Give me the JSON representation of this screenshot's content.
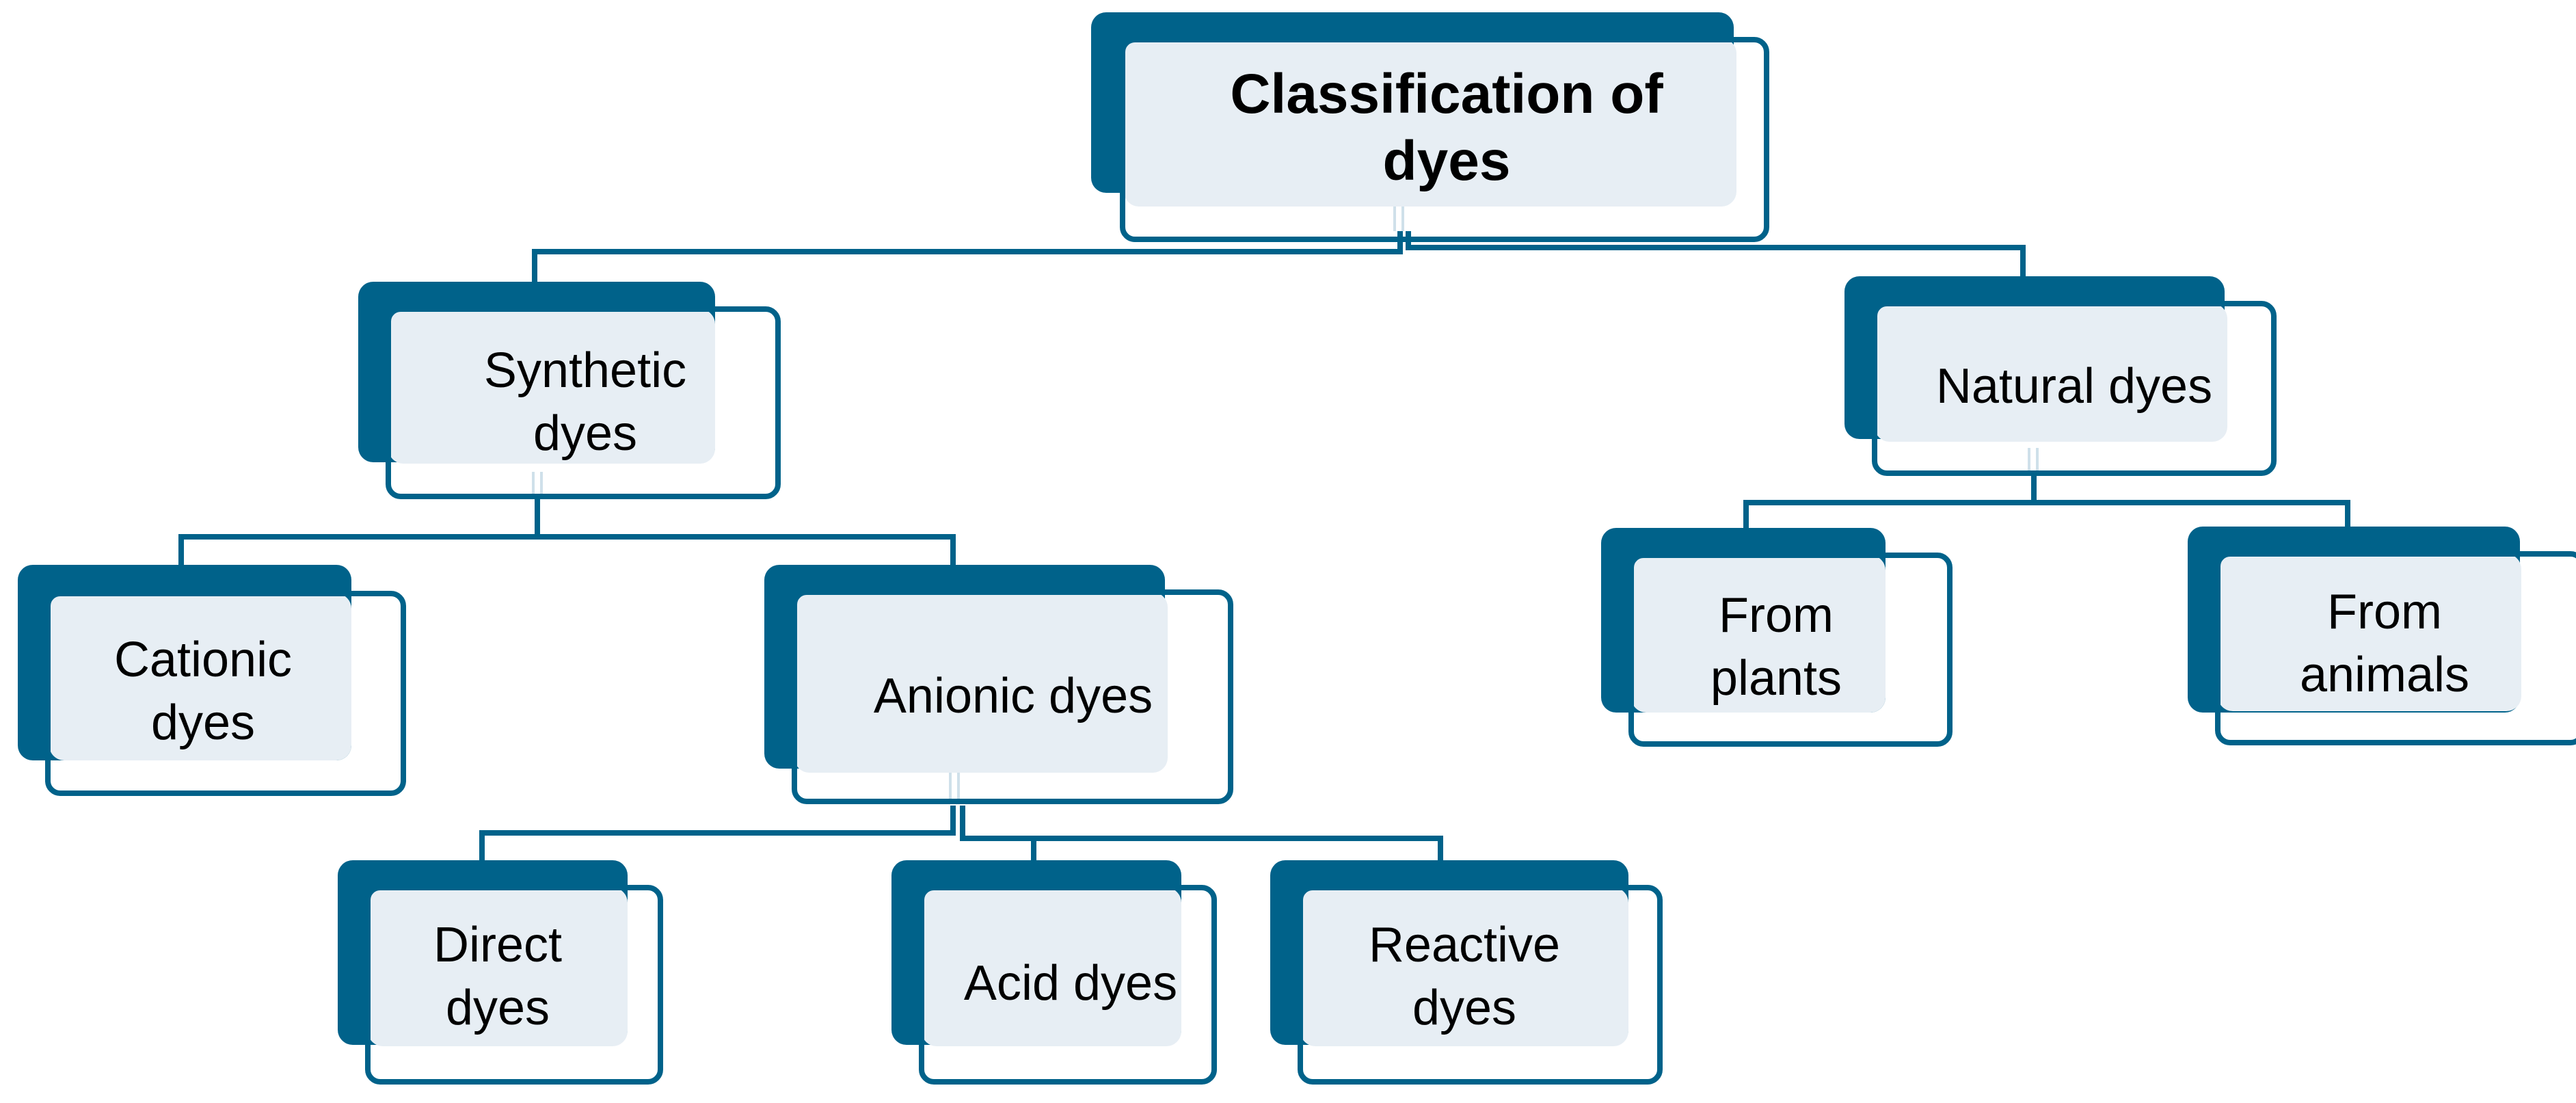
{
  "diagram": {
    "root": {
      "label": "Classification of\ndyes"
    },
    "synthetic": {
      "label": "Synthetic\ndyes"
    },
    "natural": {
      "label": "Natural dyes"
    },
    "cationic": {
      "label": "Cationic\ndyes"
    },
    "anionic": {
      "label": "Anionic dyes"
    },
    "from_plants": {
      "label": "From\nplants"
    },
    "from_animals": {
      "label": "From\nanimals"
    },
    "direct": {
      "label": "Direct\ndyes"
    },
    "acid": {
      "label": "Acid dyes"
    },
    "reactive": {
      "label": "Reactive\ndyes"
    }
  },
  "colors": {
    "box_dark": "#00628a",
    "box_fill": "#e7eef4",
    "connector": "#00628a"
  }
}
